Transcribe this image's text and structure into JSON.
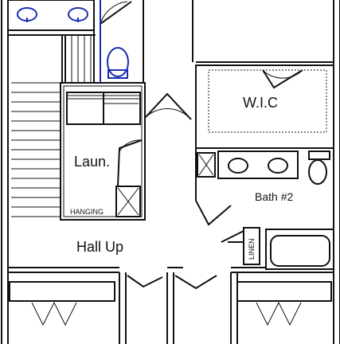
{
  "labels": {
    "wic": "W.I.C",
    "laundry": "Laun.",
    "hanging": "HANGING",
    "bath2": "Bath #2",
    "hall_up": "Hall Up",
    "linen": "LINEN"
  },
  "colors": {
    "wall": "#111111",
    "fixture_blue": "#1a2fb0",
    "background": "#ffffff"
  }
}
